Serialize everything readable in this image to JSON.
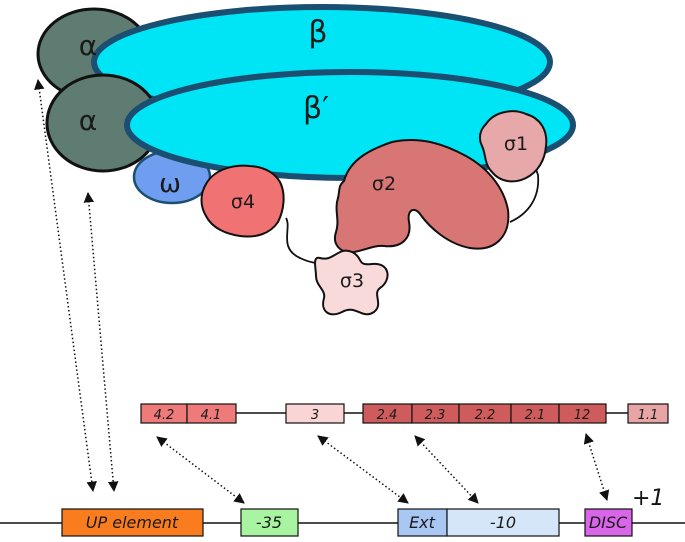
{
  "polymerase": {
    "alpha_top": "α",
    "alpha_bottom": "α",
    "beta": "β",
    "beta_prime": "β′",
    "omega": "ω"
  },
  "sigma_domains": {
    "s1": "σ1",
    "s2": "σ2",
    "s3": "σ3",
    "s4": "σ4"
  },
  "sigma_regions": [
    "4.2",
    "4.1",
    "3",
    "2.4",
    "2.3",
    "2.2",
    "2.1",
    "12",
    "1.1"
  ],
  "promoter": {
    "up_element": "UP element",
    "minus35": "-35",
    "ext": "Ext",
    "minus10": "-10",
    "disc": "DISC",
    "tss": "+1"
  },
  "colors": {
    "alpha": "#5f7c73",
    "beta": "#00e5f5",
    "beta_outline": "#1b4f72",
    "omega": "#6f9ef0",
    "sigma1": "#e6a8a8",
    "sigma2": "#d87575",
    "sigma3": "#f9dada",
    "sigma4": "#f07272",
    "region4": "#ee7a7a",
    "region3": "#f9d5d5",
    "region2": "#cf5c5c",
    "region1": "#e8a5a5",
    "up_element": "#f97d1e",
    "minus35": "#a8f4a0",
    "ext": "#a8c7f2",
    "minus10": "#d5e6f8",
    "disc": "#d966e8"
  }
}
